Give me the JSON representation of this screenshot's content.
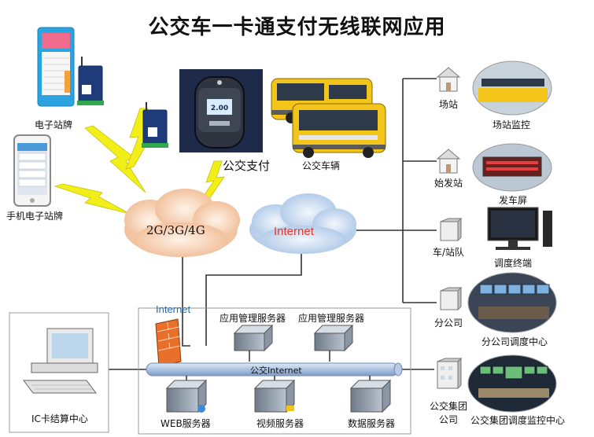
{
  "title": "公交车一卡通支付无线联网应用",
  "labels": {
    "station_sign": "电子站牌",
    "mobile_sign": "手机电子站牌",
    "bus_pay": "公交支付",
    "bus_vehicle": "公交车辆",
    "wireless": "2G/3G/4G",
    "internet_cloud": "Internet",
    "internet_firewall": "Internet",
    "app_server_1": "应用管理服务器",
    "app_server_2": "应用管理服务器",
    "bus_internet": "公交Internet",
    "web_server": "WEB服务器",
    "video_server": "视频服务器",
    "data_server": "数据服务器",
    "ic_center": "IC卡结算中心",
    "station": "场站",
    "station_monitor": "场站监控",
    "origin_station": "始发站",
    "departure_screen": "发车屏",
    "fleet": "车/站队",
    "dispatch_terminal": "调度终端",
    "branch": "分公司",
    "branch_center": "分公司调度中心",
    "group_line1": "公交集团",
    "group_line2": "公司",
    "group_center": "公交集团调度监控中心"
  },
  "pay_screen": "2.00",
  "colors": {
    "cloud_orange": "#f3c9a6",
    "cloud_blue": "#c7d9ef",
    "bolt": "#f2ee1a",
    "bus_yellow": "#f3c419",
    "line": "#333333",
    "bus_bar": "#9fb8db"
  }
}
